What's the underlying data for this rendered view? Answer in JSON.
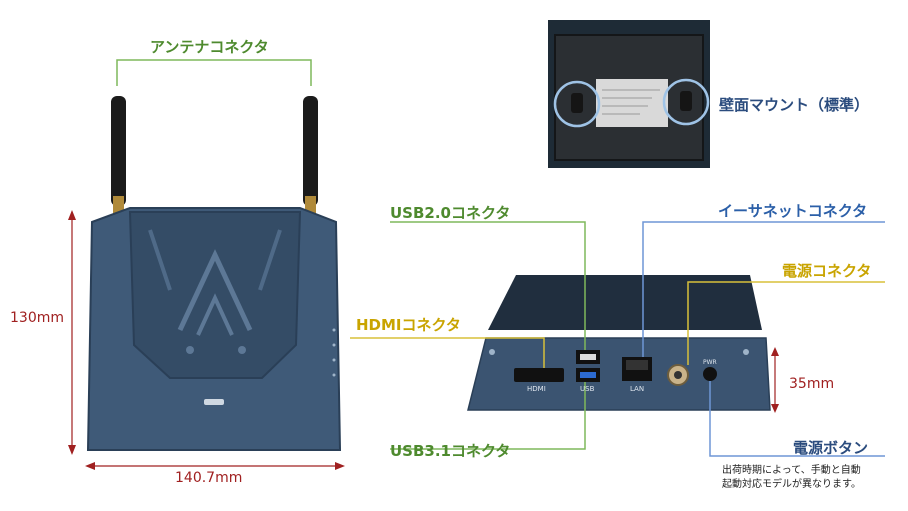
{
  "labels": {
    "antenna": "アンテナコネクタ",
    "wall_mount": "壁面マウント（標準）",
    "usb2": "USB2.0コネクタ",
    "ethernet": "イーサネットコネクタ",
    "power_conn": "電源コネクタ",
    "hdmi": "HDMIコネクタ",
    "usb3": "USB3.1コネクタ",
    "power_button": "電源ボタン",
    "power_note_line1": "出荷時期によって、手動と自動",
    "power_note_line2": "起動対応モデルが異なります。"
  },
  "dimensions": {
    "height": "130mm",
    "width": "140.7mm",
    "depth": "35mm"
  },
  "port_labels": {
    "hdmi": "HDMI",
    "usb": "USB",
    "lan": "LAN",
    "pwr": "PWR"
  },
  "colors": {
    "device": "#3f5a78",
    "device_dark": "#1f2d3d",
    "green": "#4e8a2e",
    "blue": "#2b5fa8",
    "gold": "#c9a400",
    "dimension": "#a02020"
  }
}
